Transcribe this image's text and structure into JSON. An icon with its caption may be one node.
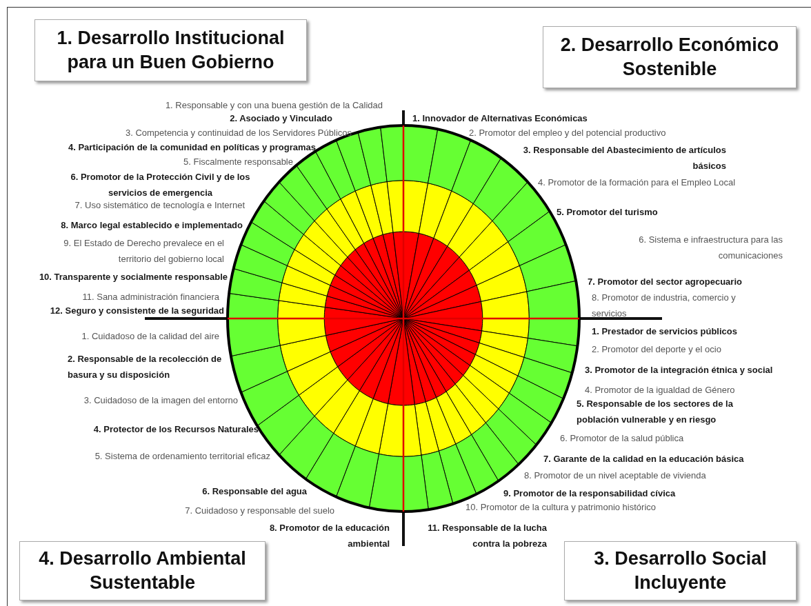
{
  "diagram": {
    "nodes": [
      {
        "text": [
          "1. Desarrollo Institucional para un Buen Gobierno"
        ]
      },
      {
        "text": [
          "2. Desarrollo Económico Sostenible"
        ]
      },
      {
        "text": [
          "4. Desarrollo Ambiental Sustentable"
        ]
      },
      {
        "text": [
          "3. Desarrollo Social Incluyente"
        ]
      }
    ],
    "labels": [
      "1. Responsable y con una buena gestión de la  Calidad",
      "2. Asociado y Vinculado",
      "3. Competencia y continuidad de los Servidores  Públicos",
      "4. Participación de la comunidad en políticas y programas",
      "5. Fiscalmente responsable",
      "6. Promotor de la Protección Civil y de los servicios de emergencia",
      "7. Uso sistemático de tecnología e Internet",
      "8.  Marco legal establecido e implementado",
      "9. El Estado de Derecho prevalece en el territorio del gobierno local",
      "10. Transparente y socialmente responsable",
      "11.  Sana administración financiera",
      "12. Seguro y consistente de la seguridad",
      "1. Innovador de Alternativas  Económicas",
      "2. Promotor del empleo y del potencial productivo",
      "3. Responsable del Abastecimiento  de artículos básicos",
      "4. Promotor de la formación para el Empleo Local",
      "5. Promotor del turismo",
      "6. Sistema e infraestructura para las comunicaciones",
      "7. Promotor del sector agropecuario",
      "8. Promotor de industria, comercio y servicios",
      "1. Prestador de servicios públicos",
      "2. Promotor del deporte y el ocio",
      "3. Promotor de la integración étnica y social",
      "4. Promotor de la igualdad de Género",
      "5. Responsable de los sectores de la población vulnerable y en riesgo",
      "6. Promotor de la salud pública",
      "7. Garante de la calidad en la educación básica",
      "8. Promotor de un nivel aceptable de vivienda",
      "9. Promotor de la responsabilidad cívica",
      "10. Promotor de la cultura y patrimonio histórico",
      "11. Responsable de la lucha contra la pobreza",
      "1. Cuidadoso de la calidad del aire",
      "2. Responsable de la recolección de basura y su disposición",
      "3. Cuidadoso de la imagen del entorno",
      "4. Protector de los  Recursos Naturales",
      "5. Sistema de ordenamiento territorial eficaz",
      "6. Responsable del agua",
      "7. Cuidadoso y responsable del suelo",
      "8. Promotor de la educación ambiental"
    ]
  }
}
